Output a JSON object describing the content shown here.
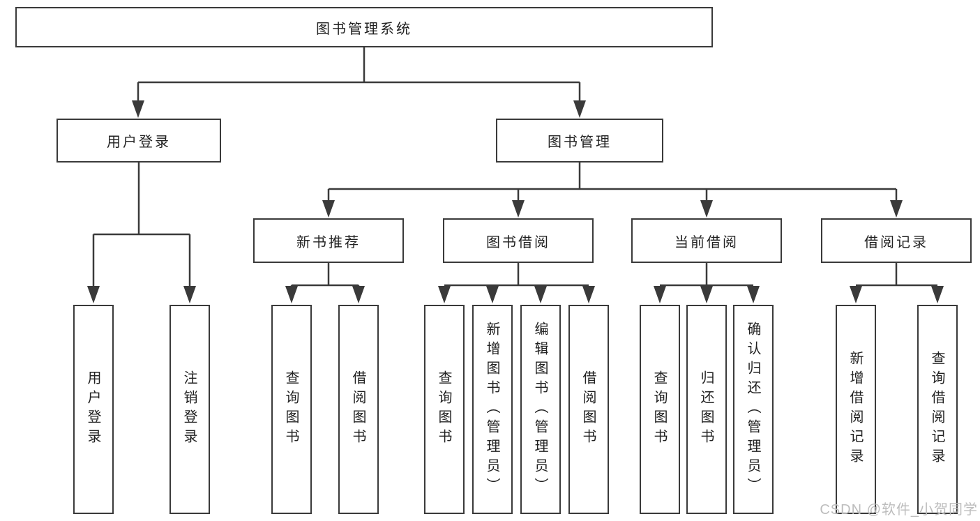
{
  "diagram": {
    "type": "tree",
    "root": {
      "label": "图书管理系统"
    },
    "branches": [
      {
        "label": "用户登录",
        "children": [
          {
            "label": "用户登录"
          },
          {
            "label": "注销登录"
          }
        ]
      },
      {
        "label": "图书管理",
        "children": [
          {
            "label": "新书推荐",
            "children": [
              {
                "label": "查询图书"
              },
              {
                "label": "借阅图书"
              }
            ]
          },
          {
            "label": "图书借阅",
            "children": [
              {
                "label": "查询图书"
              },
              {
                "label": "新增图书（管理员）"
              },
              {
                "label": "编辑图书（管理员）"
              },
              {
                "label": "借阅图书"
              }
            ]
          },
          {
            "label": "当前借阅",
            "children": [
              {
                "label": "查询图书"
              },
              {
                "label": "归还图书"
              },
              {
                "label": "确认归还（管理员）"
              }
            ]
          },
          {
            "label": "借阅记录",
            "children": [
              {
                "label": "新增借阅记录"
              },
              {
                "label": "查询借阅记录"
              }
            ]
          }
        ]
      }
    ]
  },
  "watermark": {
    "text": "CSDN @软件_小贺同学"
  },
  "colors": {
    "background": "#ffffff",
    "line": "#3a3a3a",
    "box_border": "#3a3a3a",
    "text": "#222222",
    "watermark": "#bdbdbd"
  }
}
